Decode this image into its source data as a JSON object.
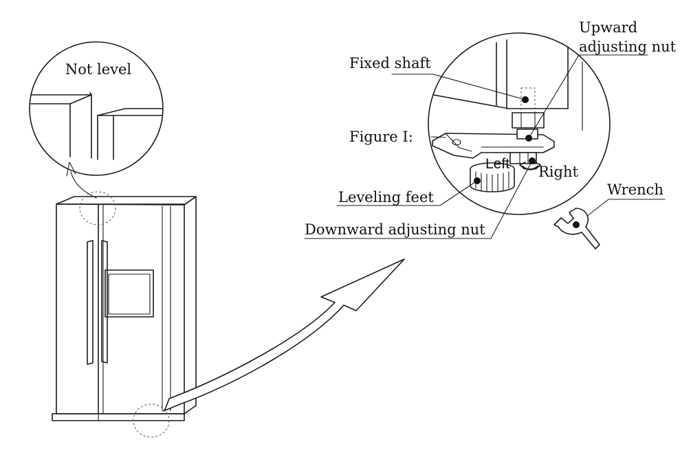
{
  "inset_not_level": {
    "caption": "Not level"
  },
  "detail": {
    "fixed_shaft": "Fixed shaft",
    "upward_nut_line1": "Upward",
    "upward_nut_line2": "adjusting nut",
    "figure_label": "Figure Ⅰ:",
    "left": "Left",
    "right": "Right",
    "leveling_feet": "Leveling feet",
    "downward_nut": "Downward adjusting nut",
    "wrench": "Wrench"
  },
  "icons": {
    "refrigerator": "refrigerator-icon",
    "wrench": "wrench-icon",
    "arrow": "curved-arrow-icon",
    "leveling_foot": "leveling-foot-icon"
  },
  "colors": {
    "line": "#1a1a1a",
    "background": "#ffffff",
    "dashed_circle": "#555555"
  }
}
